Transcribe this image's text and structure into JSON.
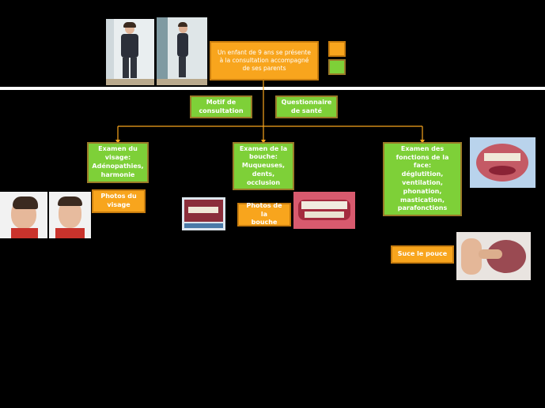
{
  "main_box": {
    "text": "Un enfant de 9 ans se présente\nà la consultation accompagné\nde ses parents"
  },
  "motif": {
    "text": "Motif de\nconsultation"
  },
  "questionnaire": {
    "text": "Questionnaire\nde santé"
  },
  "exam_visage": {
    "text": "Examen du\nvisage:\nAdénopathies,\nharmonie"
  },
  "exam_bouche": {
    "text": "Examen de la\nbouche:\nMuqueuses,\ndents,\nocclusion"
  },
  "exam_fonctions": {
    "text": "Examen des\nfonctions de la face:\ndéglutition,\nventilation,\nphonation,\nmastication,\nparafonctions"
  },
  "photos_visage": {
    "text": "Photos du\nvisage"
  },
  "photos_bouche": {
    "text": "Photos de la\nbouche"
  },
  "suce_pouce": {
    "text": "Suce le pouce"
  },
  "colors": {
    "orange": "#f8a51d",
    "green": "#7ed038",
    "connector": "#f8a51d",
    "background": "#000000"
  }
}
